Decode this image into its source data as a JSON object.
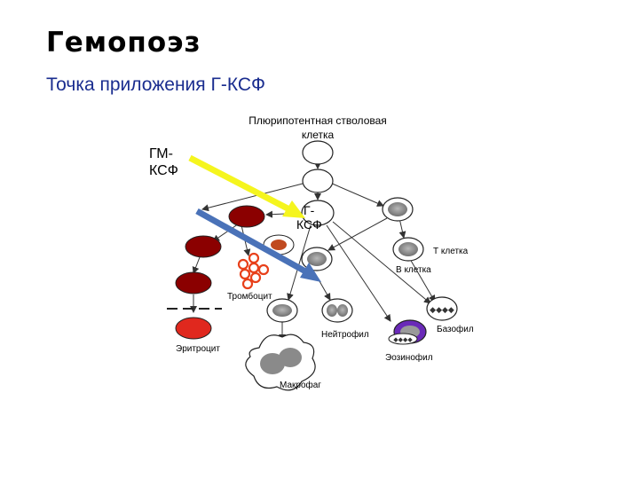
{
  "slide": {
    "title": "Гемопоэз",
    "subtitle": "Точка приложения Г-КСФ"
  },
  "diagram": {
    "stem_cell_label_line1": "Плюрипотентная стволовая",
    "stem_cell_label_line2": "клетка",
    "gm_csf_line1": "ГМ-",
    "gm_csf_line2": "КСФ",
    "g_csf_line1": "Г-",
    "g_csf_line2": "КСФ",
    "t_cell": "Т клетка",
    "b_cell": "В клетка",
    "platelet": "Тромбоцит",
    "neutrophil": "Нейтрофил",
    "basophil": "Базофил",
    "eosinophil": "Эозинофил",
    "erythrocyte": "Эритроцит",
    "macrophage": "Макрофаг"
  },
  "colors": {
    "yellow_arrow": "#f5f51e",
    "blue_arrow": "#4a72b8",
    "erythroid_dark": "#8b0000",
    "erythrocyte": "#e0281e",
    "platelet": "#e8401a",
    "basophil": "#6a2ab8",
    "cell_nucleus": "#8c8c8c"
  }
}
